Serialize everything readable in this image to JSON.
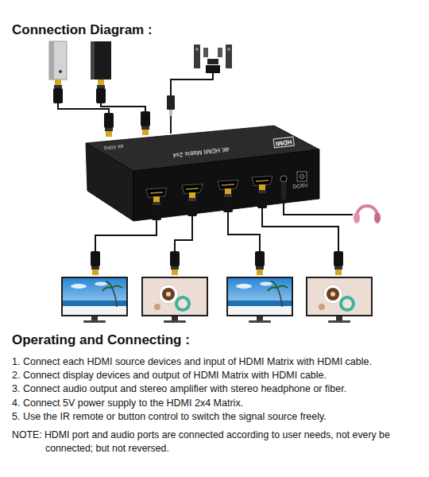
{
  "diagram": {
    "title": "Connection Diagram :",
    "nodes": [
      {
        "text": [
          "HDMI",
          "4K HDMI Matrix 2x4",
          "4K 60Hz"
        ]
      }
    ],
    "labels": [
      "DC/5V",
      "Operating and Connecting :",
      "1. Connect each HDMI source devices and input of HDMI Matrix with HDMI cable.",
      "2. Connect display devices and output of HDMI Matrix with HDMI cable.",
      "3. Connect audio output and stereo amplifier with stereo headphone or fiber.",
      "4. Connect 5V power supply to the HDMI 2x4 Matrix.",
      "5. Use the IR remote or button control to switch the signal source freely.",
      "NOTE: HDMI port and audio ports are connected according to user needs, not every be connected; but not reversed."
    ]
  }
}
